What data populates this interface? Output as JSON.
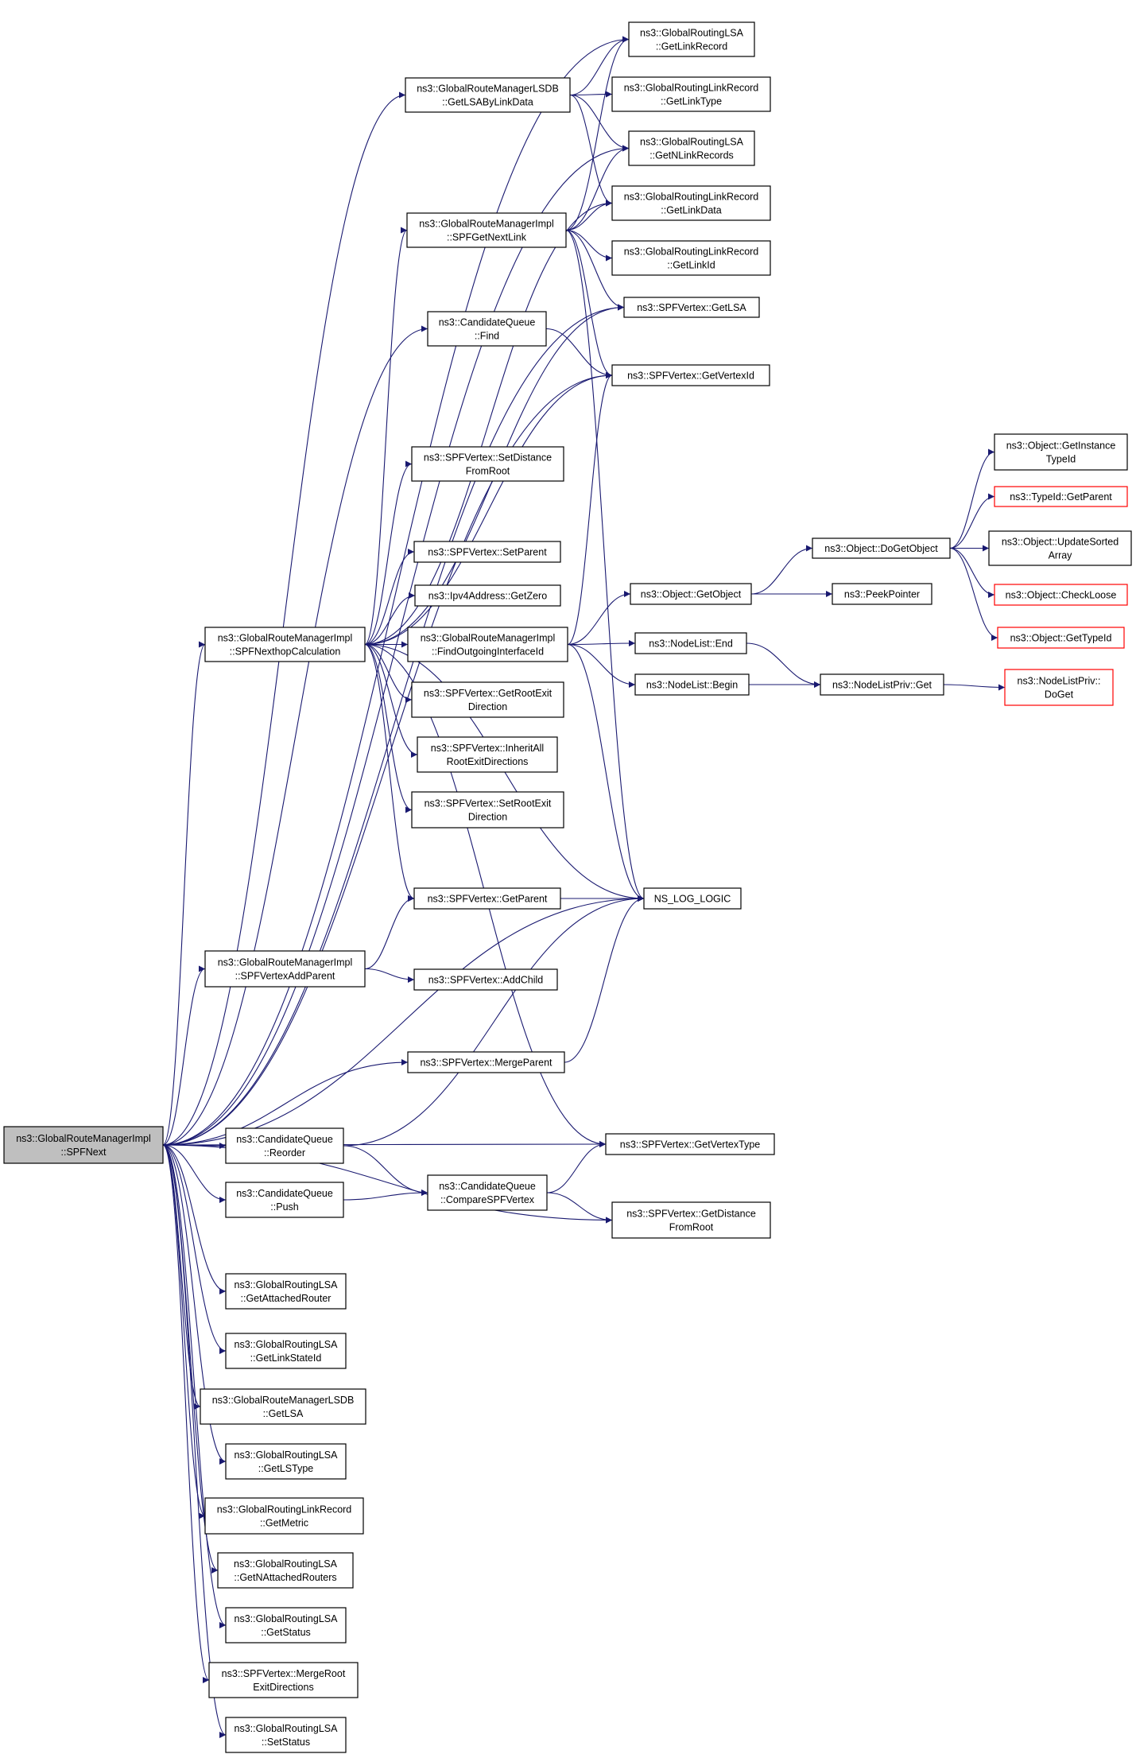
{
  "colors": {
    "edge": "#191970",
    "node_border": "#000000",
    "node_fill": "#ffffff",
    "focus_fill": "#bfbfbf",
    "truncated_border": "#ff0000"
  },
  "graph": {
    "nodes": [
      {
        "id": "spfnext",
        "lines": [
          "ns3::GlobalRouteManagerImpl",
          "::SPFNext"
        ],
        "style": "focus"
      },
      {
        "id": "lsa_getlinkrecord",
        "lines": [
          "ns3::GlobalRoutingLSA",
          "::GetLinkRecord"
        ],
        "style": "normal"
      },
      {
        "id": "lsdb_getlsabylinkdata",
        "lines": [
          "ns3::GlobalRouteManagerLSDB",
          "::GetLSAByLinkData"
        ],
        "style": "normal"
      },
      {
        "id": "rec_getlinktype",
        "lines": [
          "ns3::GlobalRoutingLinkRecord",
          "::GetLinkType"
        ],
        "style": "normal"
      },
      {
        "id": "lsa_getnlinkrecords",
        "lines": [
          "ns3::GlobalRoutingLSA",
          "::GetNLinkRecords"
        ],
        "style": "normal"
      },
      {
        "id": "rec_getlinkdata",
        "lines": [
          "ns3::GlobalRoutingLinkRecord",
          "::GetLinkData"
        ],
        "style": "normal"
      },
      {
        "id": "impl_spfgetnextlink",
        "lines": [
          "ns3::GlobalRouteManagerImpl",
          "::SPFGetNextLink"
        ],
        "style": "normal"
      },
      {
        "id": "rec_getlinkid",
        "lines": [
          "ns3::GlobalRoutingLinkRecord",
          "::GetLinkId"
        ],
        "style": "normal"
      },
      {
        "id": "v_getlsa",
        "lines": [
          "ns3::SPFVertex::GetLSA"
        ],
        "style": "normal"
      },
      {
        "id": "cq_find",
        "lines": [
          "ns3::CandidateQueue",
          "::Find"
        ],
        "style": "normal"
      },
      {
        "id": "v_getvertexid",
        "lines": [
          "ns3::SPFVertex::GetVertexId"
        ],
        "style": "normal"
      },
      {
        "id": "v_setdistance",
        "lines": [
          "ns3::SPFVertex::SetDistance",
          "FromRoot"
        ],
        "style": "normal"
      },
      {
        "id": "obj_getinstance",
        "lines": [
          "ns3::Object::GetInstance",
          "TypeId"
        ],
        "style": "normal"
      },
      {
        "id": "typeid_getparent",
        "lines": [
          "ns3::TypeId::GetParent"
        ],
        "style": "truncated"
      },
      {
        "id": "obj_dogetobject",
        "lines": [
          "ns3::Object::DoGetObject"
        ],
        "style": "normal"
      },
      {
        "id": "obj_updatesorted",
        "lines": [
          "ns3::Object::UpdateSorted",
          "Array"
        ],
        "style": "normal"
      },
      {
        "id": "v_setparent",
        "lines": [
          "ns3::SPFVertex::SetParent"
        ],
        "style": "normal"
      },
      {
        "id": "obj_checkloose",
        "lines": [
          "ns3::Object::CheckLoose"
        ],
        "style": "truncated"
      },
      {
        "id": "ipv4_getzero",
        "lines": [
          "ns3::Ipv4Address::GetZero"
        ],
        "style": "normal"
      },
      {
        "id": "obj_getobject",
        "lines": [
          "ns3::Object::GetObject"
        ],
        "style": "normal"
      },
      {
        "id": "peekpointer",
        "lines": [
          "ns3::PeekPointer"
        ],
        "style": "normal"
      },
      {
        "id": "obj_gettypeid",
        "lines": [
          "ns3::Object::GetTypeId"
        ],
        "style": "truncated"
      },
      {
        "id": "impl_spfnexthop",
        "lines": [
          "ns3::GlobalRouteManagerImpl",
          "::SPFNexthopCalculation"
        ],
        "style": "normal"
      },
      {
        "id": "impl_findoutgoing",
        "lines": [
          "ns3::GlobalRouteManagerImpl",
          "::FindOutgoingInterfaceId"
        ],
        "style": "normal"
      },
      {
        "id": "nl_end",
        "lines": [
          "ns3::NodeList::End"
        ],
        "style": "normal"
      },
      {
        "id": "nl_begin",
        "lines": [
          "ns3::NodeList::Begin"
        ],
        "style": "normal"
      },
      {
        "id": "nlp_get",
        "lines": [
          "ns3::NodeListPriv::Get"
        ],
        "style": "normal"
      },
      {
        "id": "nlp_doget",
        "lines": [
          "ns3::NodeListPriv::",
          "DoGet"
        ],
        "style": "truncated"
      },
      {
        "id": "v_getrootexit",
        "lines": [
          "ns3::SPFVertex::GetRootExit",
          "Direction"
        ],
        "style": "normal"
      },
      {
        "id": "v_inheritall",
        "lines": [
          "ns3::SPFVertex::InheritAll",
          "RootExitDirections"
        ],
        "style": "normal"
      },
      {
        "id": "v_setrootexit",
        "lines": [
          "ns3::SPFVertex::SetRootExit",
          "Direction"
        ],
        "style": "normal"
      },
      {
        "id": "v_getparent",
        "lines": [
          "ns3::SPFVertex::GetParent"
        ],
        "style": "normal"
      },
      {
        "id": "ns_log_logic",
        "lines": [
          "NS_LOG_LOGIC"
        ],
        "style": "normal"
      },
      {
        "id": "impl_spfvertexaddparent",
        "lines": [
          "ns3::GlobalRouteManagerImpl",
          "::SPFVertexAddParent"
        ],
        "style": "normal"
      },
      {
        "id": "v_addchild",
        "lines": [
          "ns3::SPFVertex::AddChild"
        ],
        "style": "normal"
      },
      {
        "id": "v_mergeparent",
        "lines": [
          "ns3::SPFVertex::MergeParent"
        ],
        "style": "normal"
      },
      {
        "id": "cq_reorder",
        "lines": [
          "ns3::CandidateQueue",
          "::Reorder"
        ],
        "style": "normal"
      },
      {
        "id": "v_getvertextype",
        "lines": [
          "ns3::SPFVertex::GetVertexType"
        ],
        "style": "normal"
      },
      {
        "id": "cq_push",
        "lines": [
          "ns3::CandidateQueue",
          "::Push"
        ],
        "style": "normal"
      },
      {
        "id": "cq_comparespf",
        "lines": [
          "ns3::CandidateQueue",
          "::CompareSPFVertex"
        ],
        "style": "normal"
      },
      {
        "id": "v_getdistance",
        "lines": [
          "ns3::SPFVertex::GetDistance",
          "FromRoot"
        ],
        "style": "normal"
      },
      {
        "id": "lsa_getattached",
        "lines": [
          "ns3::GlobalRoutingLSA",
          "::GetAttachedRouter"
        ],
        "style": "normal"
      },
      {
        "id": "lsa_getlinkstateid",
        "lines": [
          "ns3::GlobalRoutingLSA",
          "::GetLinkStateId"
        ],
        "style": "normal"
      },
      {
        "id": "lsdb_getlsa",
        "lines": [
          "ns3::GlobalRouteManagerLSDB",
          "::GetLSA"
        ],
        "style": "normal"
      },
      {
        "id": "lsa_getlstype",
        "lines": [
          "ns3::GlobalRoutingLSA",
          "::GetLSType"
        ],
        "style": "normal"
      },
      {
        "id": "rec_getmetric",
        "lines": [
          "ns3::GlobalRoutingLinkRecord",
          "::GetMetric"
        ],
        "style": "normal"
      },
      {
        "id": "lsa_getnattached",
        "lines": [
          "ns3::GlobalRoutingLSA",
          "::GetNAttachedRouters"
        ],
        "style": "normal"
      },
      {
        "id": "lsa_getstatus",
        "lines": [
          "ns3::GlobalRoutingLSA",
          "::GetStatus"
        ],
        "style": "normal"
      },
      {
        "id": "v_mergeroot",
        "lines": [
          "ns3::SPFVertex::MergeRoot",
          "ExitDirections"
        ],
        "style": "normal"
      },
      {
        "id": "lsa_setstatus",
        "lines": [
          "ns3::GlobalRoutingLSA",
          "::SetStatus"
        ],
        "style": "normal"
      }
    ],
    "edges": [
      [
        "spfnext",
        "lsa_getlinkrecord"
      ],
      [
        "spfnext",
        "lsdb_getlsabylinkdata"
      ],
      [
        "spfnext",
        "lsa_getnlinkrecords"
      ],
      [
        "spfnext",
        "v_getlsa"
      ],
      [
        "spfnext",
        "cq_find"
      ],
      [
        "spfnext",
        "v_getvertexid"
      ],
      [
        "spfnext",
        "impl_spfnexthop"
      ],
      [
        "spfnext",
        "impl_spfvertexaddparent"
      ],
      [
        "spfnext",
        "ns_log_logic"
      ],
      [
        "spfnext",
        "v_mergeparent"
      ],
      [
        "spfnext",
        "cq_reorder"
      ],
      [
        "spfnext",
        "v_getvertextype"
      ],
      [
        "spfnext",
        "cq_push"
      ],
      [
        "spfnext",
        "v_getdistance"
      ],
      [
        "spfnext",
        "lsa_getattached"
      ],
      [
        "spfnext",
        "lsa_getlinkstateid"
      ],
      [
        "spfnext",
        "lsdb_getlsa"
      ],
      [
        "spfnext",
        "lsa_getlstype"
      ],
      [
        "spfnext",
        "rec_getmetric"
      ],
      [
        "spfnext",
        "lsa_getnattached"
      ],
      [
        "spfnext",
        "lsa_getstatus"
      ],
      [
        "spfnext",
        "v_mergeroot"
      ],
      [
        "spfnext",
        "lsa_setstatus"
      ],
      [
        "lsdb_getlsabylinkdata",
        "lsa_getlinkrecord"
      ],
      [
        "lsdb_getlsabylinkdata",
        "rec_getlinktype"
      ],
      [
        "lsdb_getlsabylinkdata",
        "lsa_getnlinkrecords"
      ],
      [
        "lsdb_getlsabylinkdata",
        "rec_getlinkdata"
      ],
      [
        "impl_spfgetnextlink",
        "lsa_getlinkrecord"
      ],
      [
        "impl_spfgetnextlink",
        "lsa_getnlinkrecords"
      ],
      [
        "impl_spfgetnextlink",
        "rec_getlinkdata"
      ],
      [
        "impl_spfgetnextlink",
        "rec_getlinkid"
      ],
      [
        "impl_spfgetnextlink",
        "v_getlsa"
      ],
      [
        "impl_spfgetnextlink",
        "v_getvertexid"
      ],
      [
        "impl_spfgetnextlink",
        "ns_log_logic"
      ],
      [
        "cq_find",
        "v_getvertexid"
      ],
      [
        "impl_spfnexthop",
        "rec_getlinkdata"
      ],
      [
        "impl_spfnexthop",
        "impl_spfgetnextlink"
      ],
      [
        "impl_spfnexthop",
        "v_getlsa"
      ],
      [
        "impl_spfnexthop",
        "v_getvertexid"
      ],
      [
        "impl_spfnexthop",
        "v_setdistance"
      ],
      [
        "impl_spfnexthop",
        "v_setparent"
      ],
      [
        "impl_spfnexthop",
        "ipv4_getzero"
      ],
      [
        "impl_spfnexthop",
        "impl_findoutgoing"
      ],
      [
        "impl_spfnexthop",
        "v_getrootexit"
      ],
      [
        "impl_spfnexthop",
        "v_inheritall"
      ],
      [
        "impl_spfnexthop",
        "v_setrootexit"
      ],
      [
        "impl_spfnexthop",
        "v_getparent"
      ],
      [
        "impl_spfnexthop",
        "ns_log_logic"
      ],
      [
        "impl_spfnexthop",
        "v_getvertextype"
      ],
      [
        "impl_findoutgoing",
        "v_getvertexid"
      ],
      [
        "impl_findoutgoing",
        "obj_getobject"
      ],
      [
        "impl_findoutgoing",
        "nl_end"
      ],
      [
        "impl_findoutgoing",
        "nl_begin"
      ],
      [
        "impl_findoutgoing",
        "ns_log_logic"
      ],
      [
        "obj_getobject",
        "obj_dogetobject"
      ],
      [
        "obj_getobject",
        "peekpointer"
      ],
      [
        "obj_dogetobject",
        "obj_getinstance"
      ],
      [
        "obj_dogetobject",
        "typeid_getparent"
      ],
      [
        "obj_dogetobject",
        "obj_updatesorted"
      ],
      [
        "obj_dogetobject",
        "obj_checkloose"
      ],
      [
        "obj_dogetobject",
        "obj_gettypeid"
      ],
      [
        "nl_end",
        "nlp_get"
      ],
      [
        "nl_begin",
        "nlp_get"
      ],
      [
        "nlp_get",
        "nlp_doget"
      ],
      [
        "v_getparent",
        "ns_log_logic"
      ],
      [
        "impl_spfvertexaddparent",
        "v_getparent"
      ],
      [
        "impl_spfvertexaddparent",
        "v_addchild"
      ],
      [
        "v_mergeparent",
        "ns_log_logic"
      ],
      [
        "cq_reorder",
        "ns_log_logic"
      ],
      [
        "cq_reorder",
        "cq_comparespf"
      ],
      [
        "cq_push",
        "cq_comparespf"
      ],
      [
        "cq_comparespf",
        "v_getvertextype"
      ],
      [
        "cq_comparespf",
        "v_getdistance"
      ]
    ]
  }
}
